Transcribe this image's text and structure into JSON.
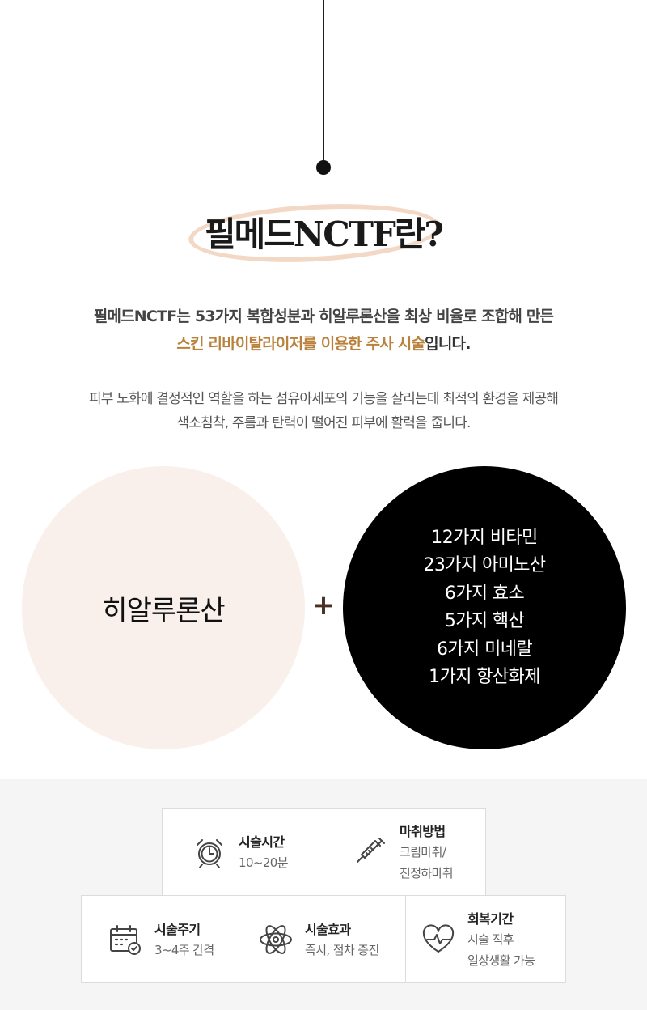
{
  "title": "필메드NCTF란?",
  "intro": {
    "line1": "필메드NCTF는 53가지 복합성분과 히알루론산을 최상 비율로 조합해 만든",
    "line2_highlight": "스킨 리바이탈라이저를 이용한 주사 시술",
    "line2_tail": "입니다."
  },
  "description": [
    "피부 노화에 결정적인 역할을 하는 섬유아세포의 기능을 살리는데 최적의 환경을 제공해",
    "색소침착, 주름과 탄력이 떨어진 피부에 활력을 줍니다."
  ],
  "left_circle": {
    "label": "히알루론산"
  },
  "plus": "+",
  "ingredients": [
    "12가지 비타민",
    "23가지 아미노산",
    "6가지 효소",
    "5가지 핵산",
    "6가지 미네랄",
    "1가지 항산화제"
  ],
  "info_cards": [
    {
      "icon": "alarm-clock-icon",
      "title": "시술시간",
      "lines": [
        "10~20분"
      ]
    },
    {
      "icon": "syringe-icon",
      "title": "마취방법",
      "lines": [
        "크림마취/",
        "진정하마취"
      ]
    },
    {
      "icon": "calendar-check-icon",
      "title": "시술주기",
      "lines": [
        "3~4주 간격"
      ]
    },
    {
      "icon": "atom-icon",
      "title": "시술효과",
      "lines": [
        "즉시, 점차 증진"
      ]
    },
    {
      "icon": "heart-pulse-icon",
      "title": "회복기간",
      "lines": [
        "시술 직후",
        "일상생활 가능"
      ]
    }
  ],
  "colors": {
    "accent": "#b9823c",
    "ellipse": "#f4d8c6",
    "left_circle_bg": "#f9f0ec",
    "plus": "#4a2f24",
    "bottom_bg": "#f5f5f5"
  }
}
